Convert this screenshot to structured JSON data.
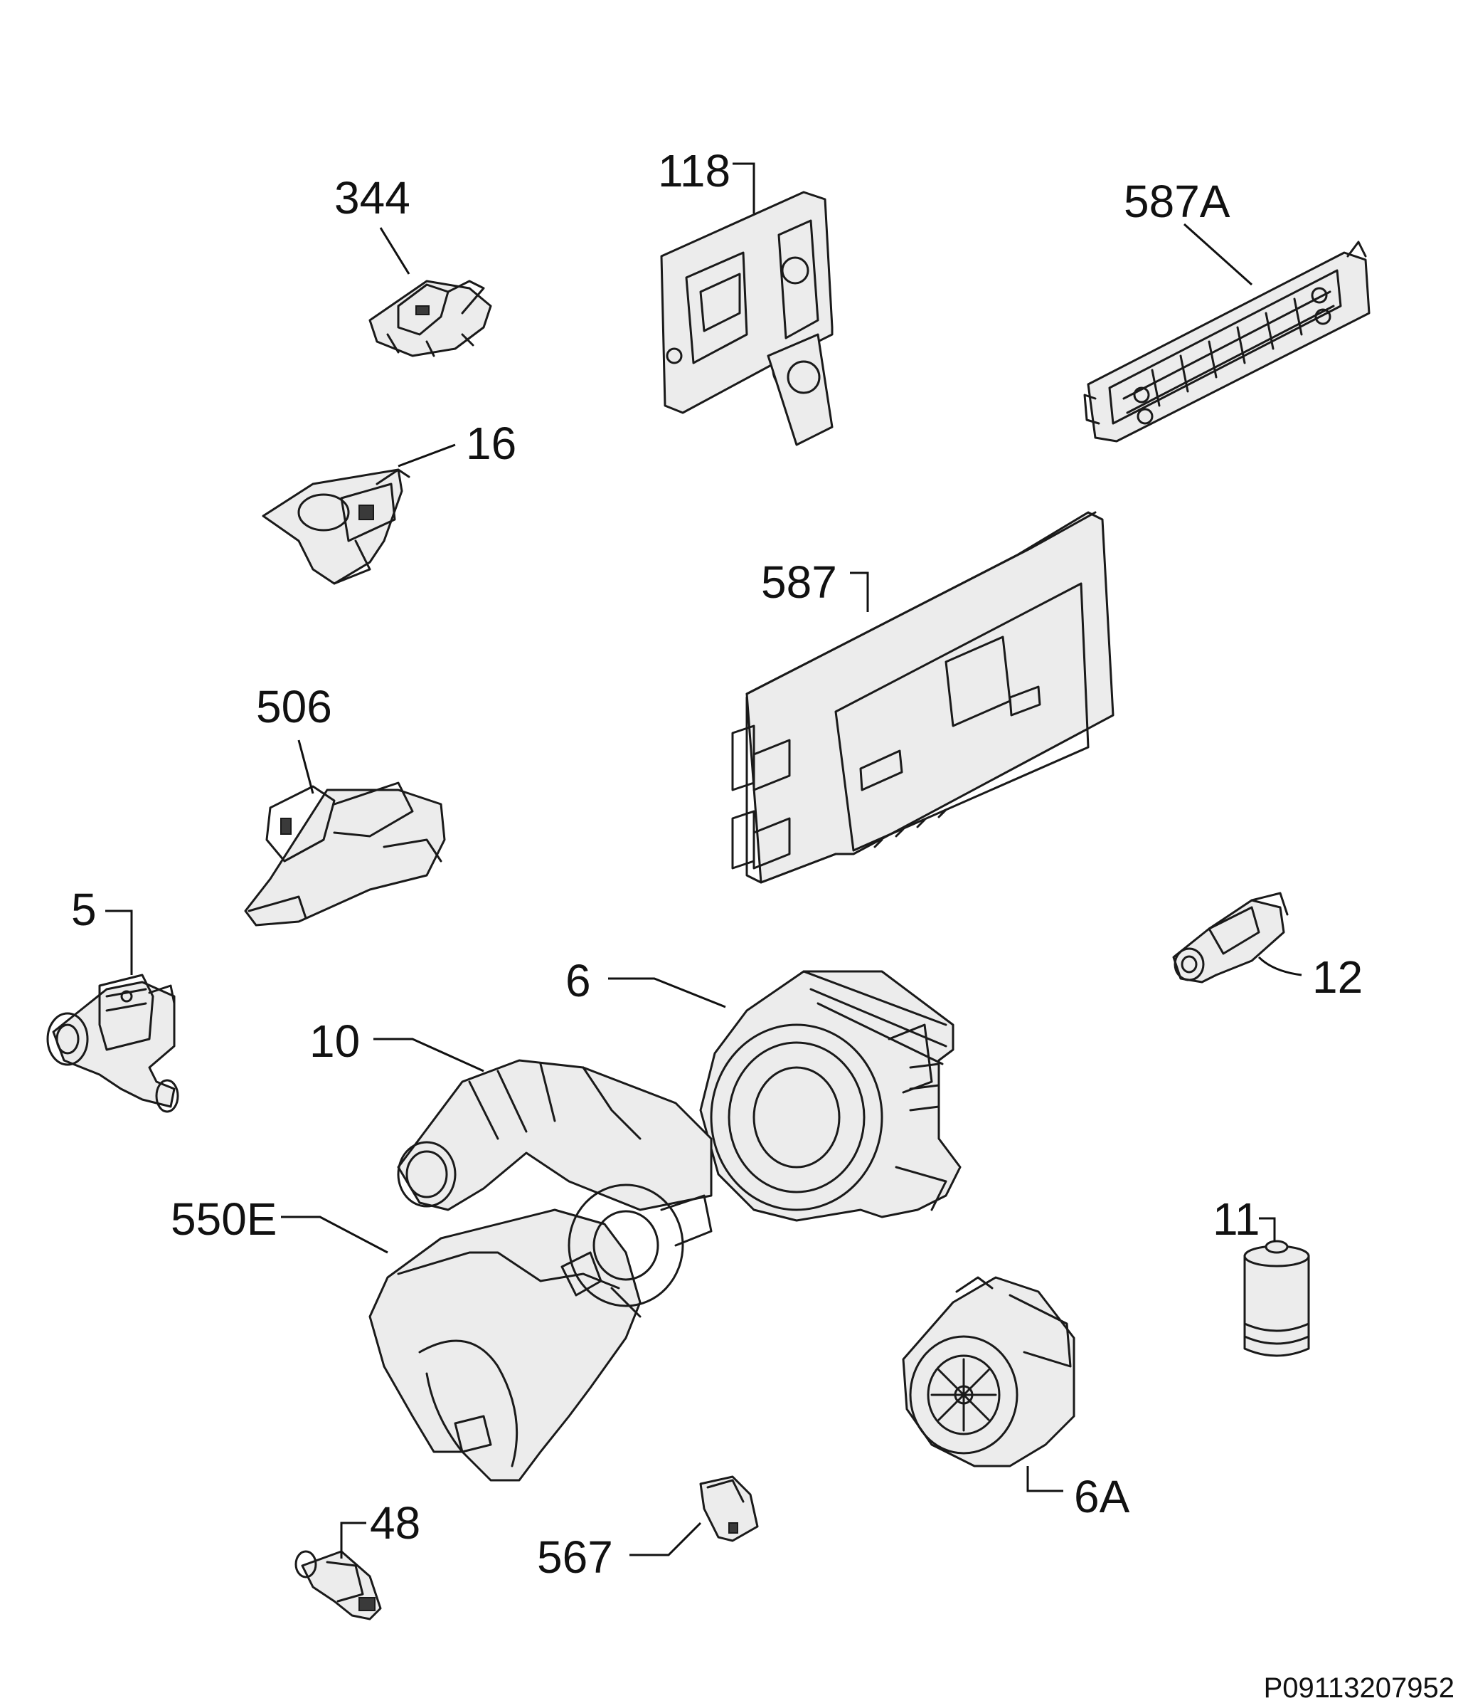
{
  "labels": {
    "p344": "344",
    "p118": "118",
    "p587A": "587A",
    "p16": "16",
    "p587": "587",
    "p506": "506",
    "p5": "5",
    "p12": "12",
    "p6": "6",
    "p10": "10",
    "p550E": "550E",
    "p11": "11",
    "p6A": "6A",
    "p48": "48",
    "p567": "567"
  },
  "drawing_code": "P09113207952"
}
